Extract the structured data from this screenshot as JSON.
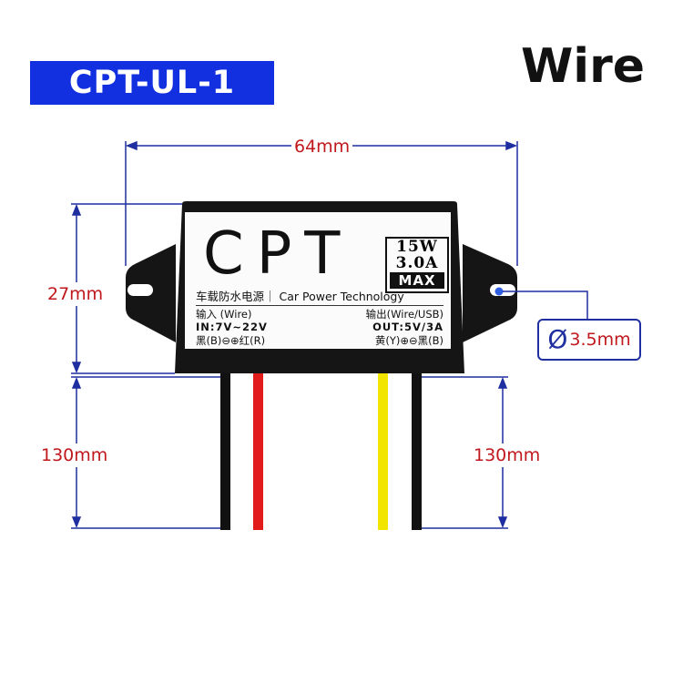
{
  "header": {
    "model": "CPT-UL-1",
    "variant": "Wire"
  },
  "dimensions": {
    "width": "64mm",
    "height": "27mm",
    "left_wire_length": "130mm",
    "right_wire_length": "130mm",
    "hole_symbol": "Ø",
    "hole_diameter": "3.5mm"
  },
  "label": {
    "brand": "CPT",
    "power": "15W",
    "current": "3.0A",
    "max": "MAX",
    "subtitle": "车载防水电源｜ Car Power Technology",
    "input_title": "输入   (Wire)",
    "input_spec": "IN:7V~22V",
    "input_wires": "黑(B)⊖⊕红(R)",
    "output_title": "输出(Wire/USB)",
    "output_spec": "OUT:5V/3A",
    "output_wires": "黄(Y)⊕⊖黑(B)"
  },
  "colors": {
    "badge": "#1230e0",
    "dimension_line": "#1f2fa0",
    "dimension_text": "#c0181c",
    "wire_black": "#111111",
    "wire_red": "#e21b1b",
    "wire_yellow": "#f2e600"
  }
}
